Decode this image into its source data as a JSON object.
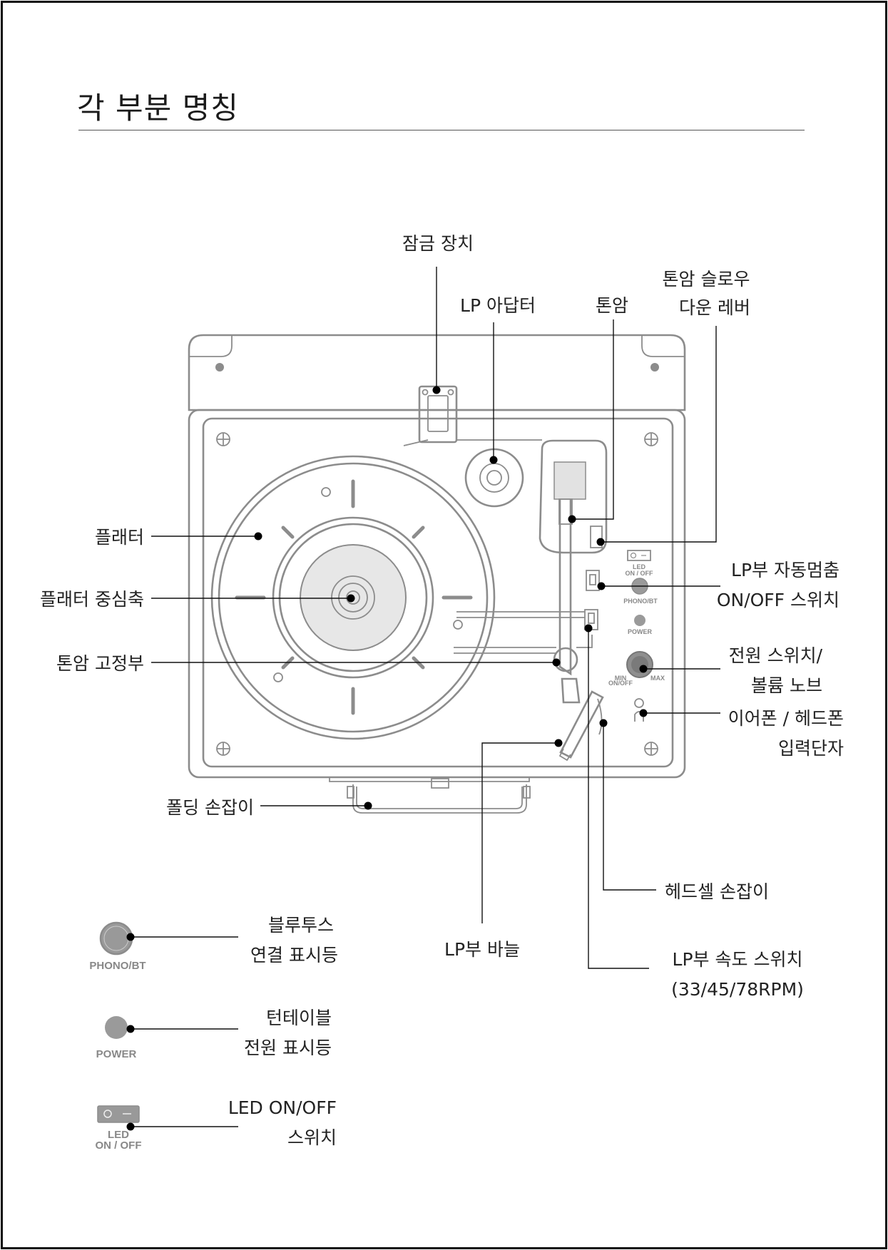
{
  "title": "각 부분 명칭",
  "labels": {
    "lock": "잠금 장치",
    "lp_adapter": "LP 아답터",
    "tonearm": "톤암",
    "slowdown_1": "톤암 슬로우",
    "slowdown_2": "다운 레버",
    "platter": "플래터",
    "spindle": "플래터 중심축",
    "arm_rest": "톤암 고정부",
    "autostop_1": "LP부 자동멈춤",
    "autostop_2": "ON/OFF 스위치",
    "power_1": "전원 스위치/",
    "power_2": "볼륨 노브",
    "jack_1": "이어폰 / 헤드폰",
    "jack_2": "입력단자",
    "handle": "폴딩 손잡이",
    "headshell": "헤드셀 손잡이",
    "stylus": "LP부 바늘",
    "speed_1": "LP부 속도 스위치",
    "speed_2": "(33/45/78RPM)",
    "bt_1": "블루투스",
    "bt_2": "연결 표시등",
    "pwr_ind_1": "턴테이블",
    "pwr_ind_2": "전원 표시등",
    "led_1": "LED ON/OFF",
    "led_2": "스위치"
  },
  "device_text": {
    "led": "LED",
    "on_off": "ON / OFF",
    "phono_bt": "PHONO/BT",
    "power": "POWER",
    "min": "MIN",
    "on_off_small": "ON/OFF",
    "max": "MAX"
  },
  "legend_text": {
    "phono_bt": "PHONO/BT",
    "power": "POWER",
    "led": "LED",
    "on_off": "ON / OFF"
  }
}
